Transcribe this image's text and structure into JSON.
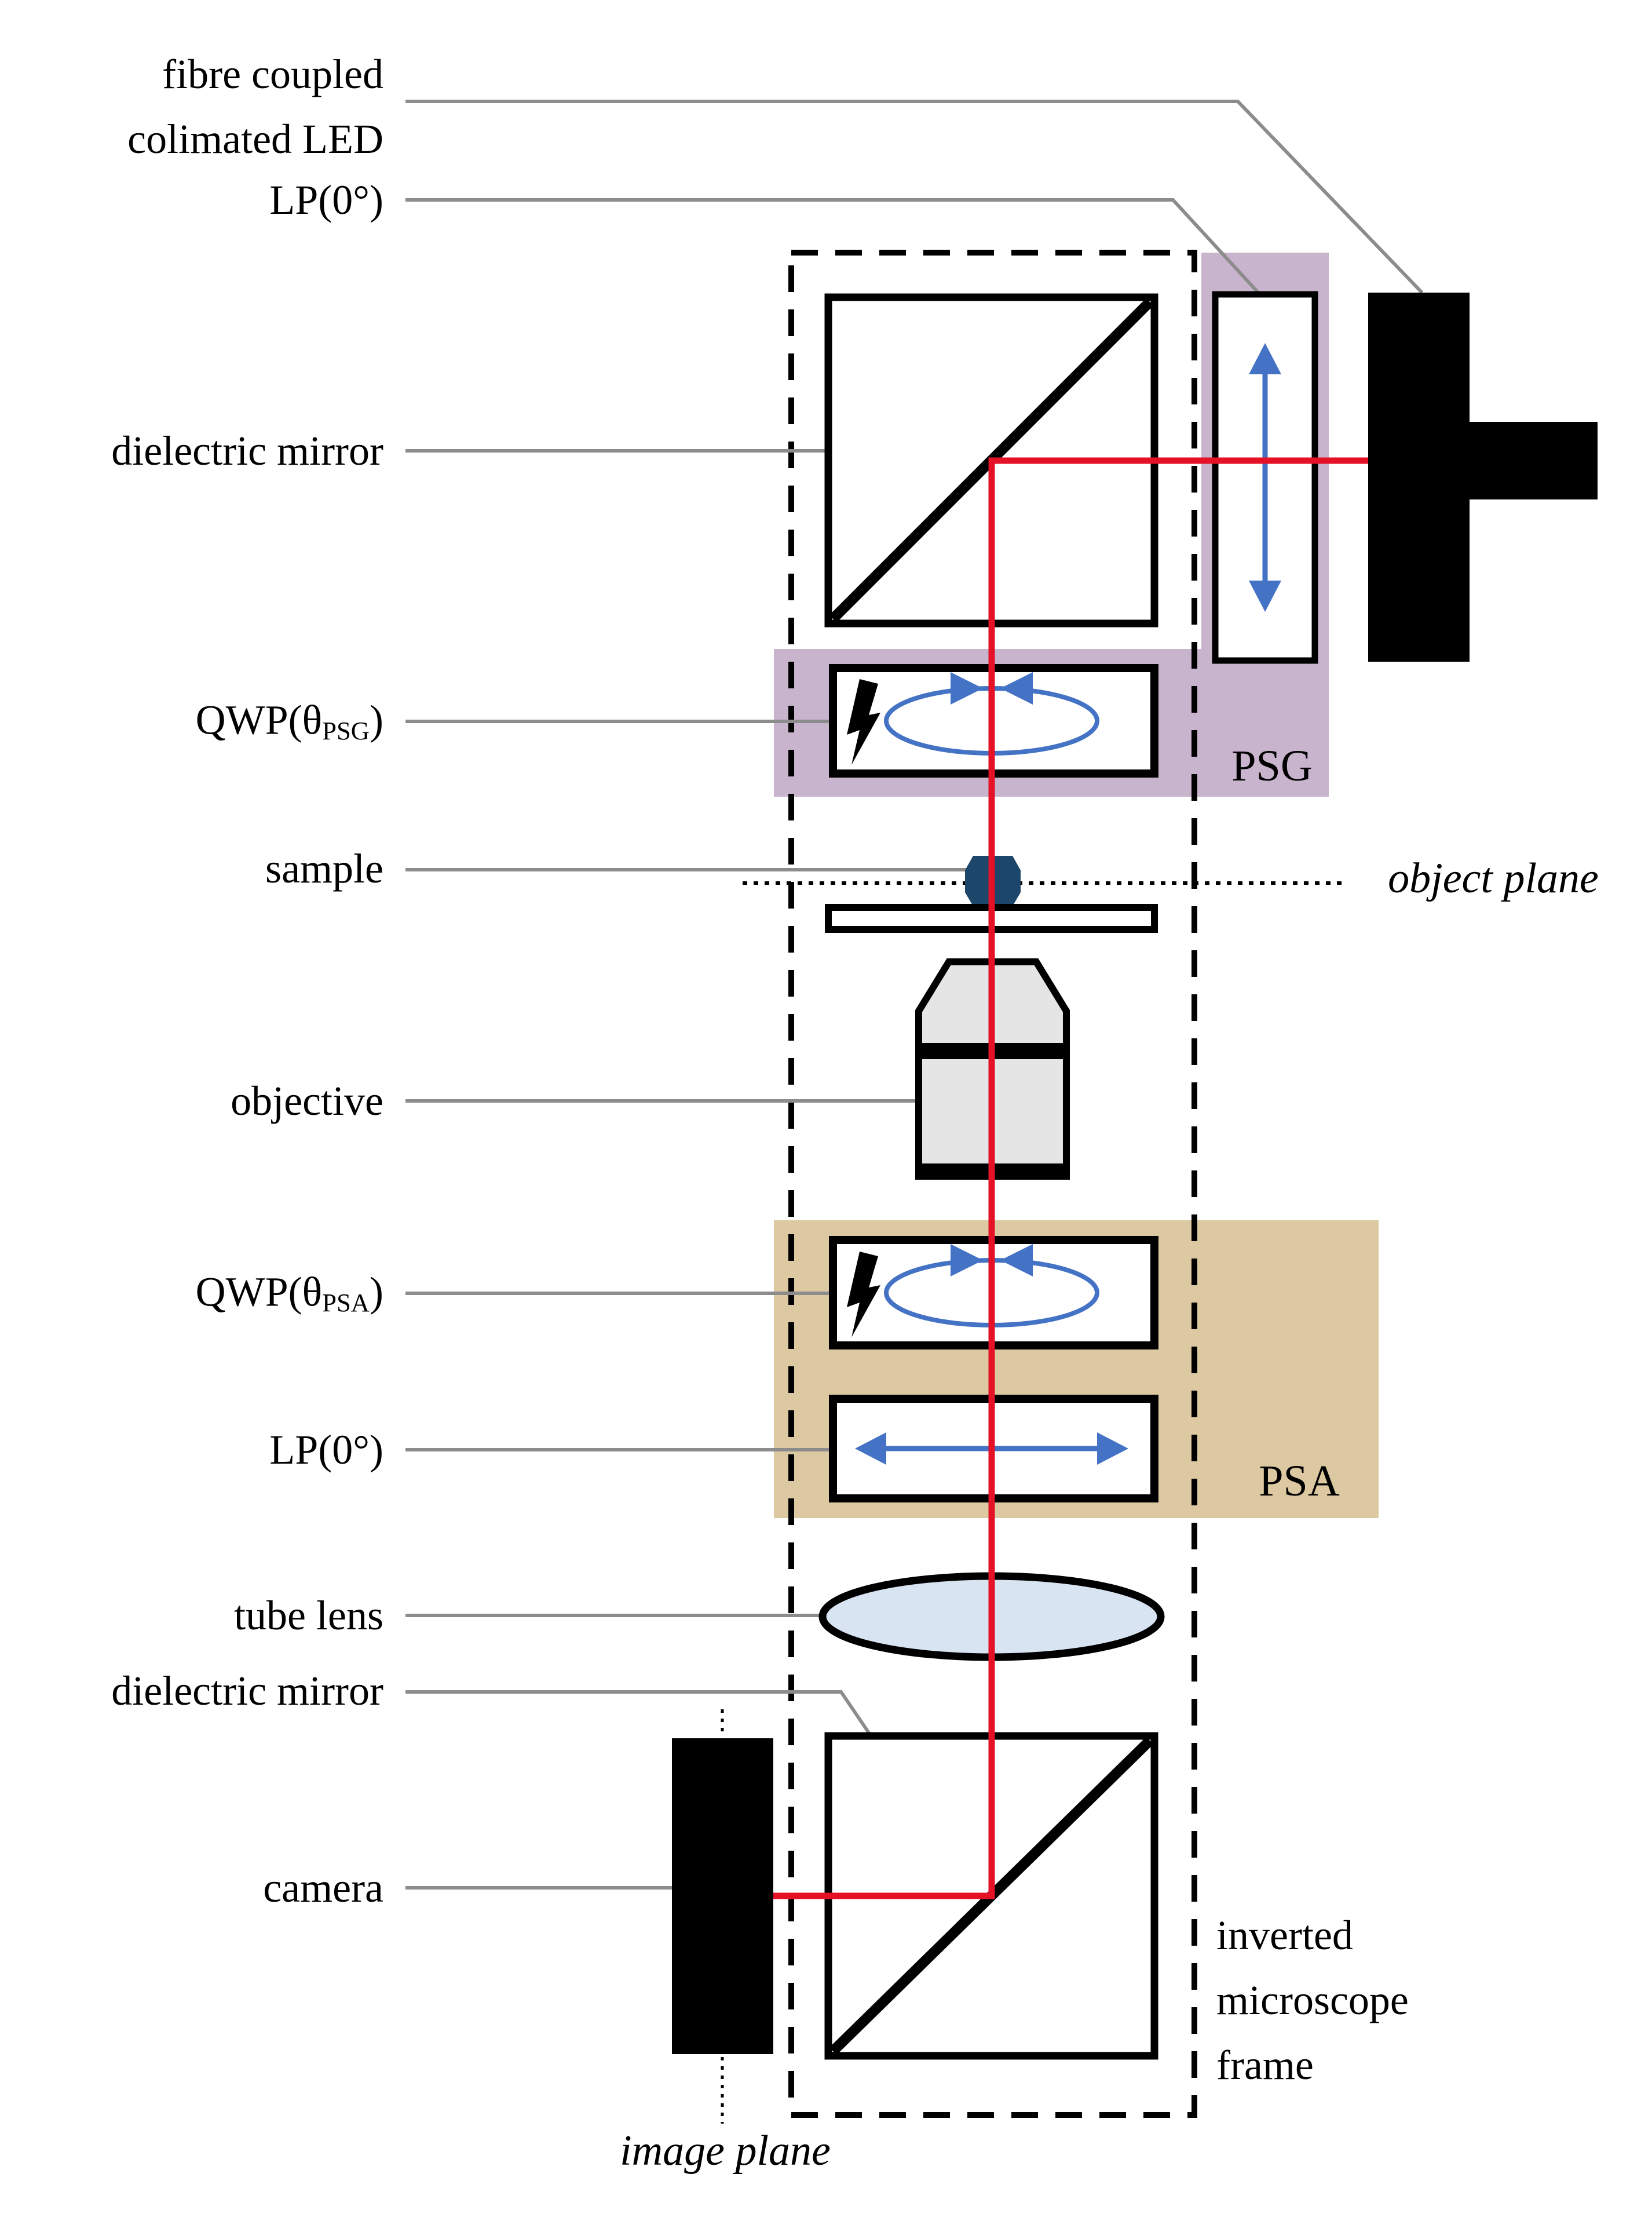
{
  "figure": {
    "type": "optical-setup-diagram",
    "colors": {
      "psg_purple": "#c9b4cd",
      "psa_tan": "#dcc9a1",
      "beam_red": "#e51227",
      "arrow_blue": "#4472c4",
      "sample_navy": "#1c476b",
      "lens_blue": "#d9e4f2",
      "objective_gray": "#e5e5e5",
      "leader_gray": "#8c8c8c"
    },
    "left_labels": {
      "led_line1": "fibre coupled",
      "led_line2": "colimated LED",
      "lp_top": "LP(0°)",
      "mirror_top": "dielectric mirror",
      "qwp_psg_prefix": "QWP(θ",
      "qwp_psg_sub": "PSG",
      "qwp_psg_suffix": ")",
      "sample": "sample",
      "objective": "objective",
      "qwp_psa_prefix": "QWP(θ",
      "qwp_psa_sub": "PSA",
      "qwp_psa_suffix": ")",
      "lp_psa": "LP(0°)",
      "tube_lens": "tube lens",
      "mirror_bottom": "dielectric mirror",
      "camera": "camera"
    },
    "region_labels": {
      "psg": "PSG",
      "psa": "PSA"
    },
    "plane_labels": {
      "object_plane": "object plane",
      "image_plane": "image plane"
    },
    "frame_label": {
      "line1": "inverted",
      "line2": "microscope",
      "line3": "frame"
    }
  }
}
